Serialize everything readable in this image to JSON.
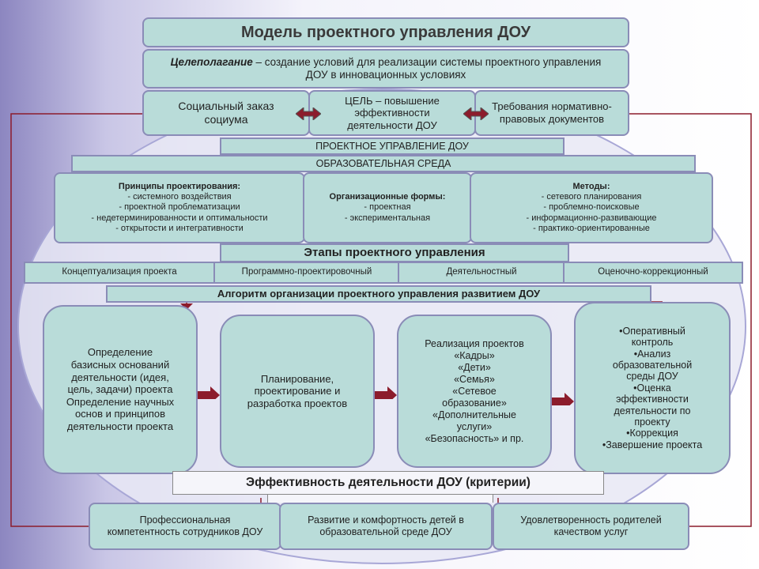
{
  "title": "Модель проектного управления ДОУ",
  "goal": {
    "term": "Целеполагание",
    "text": " – создание условий для реализации системы проектного управления ДОУ в инновационных условиях"
  },
  "top_row": [
    "Социальный заказ социума",
    "ЦЕЛЬ – повышение эффективности деятельности ДОУ",
    "Требования нормативно-правовых документов"
  ],
  "project_mgmt": "ПРОЕКТНОЕ УПРАВЛЕНИЕ ДОУ",
  "environment": "ОБРАЗОВАТЕЛЬНАЯ СРЕДА",
  "principles": {
    "title": "Принципы проектирования:",
    "items": [
      "- системного воздействия",
      "- проектной проблематизации",
      "- недетерминированности и оптимальности",
      "- открытости и интегративности"
    ]
  },
  "forms": {
    "title": "Организационные формы:",
    "items": [
      "- проектная",
      "- экспериментальная"
    ]
  },
  "methods": {
    "title": "Методы:",
    "items": [
      "- сетевого планирования",
      "- проблемно-поисковые",
      "- информационно-развивающие",
      "- практико-ориентированные"
    ]
  },
  "stages": {
    "title": "Этапы проектного управления",
    "items": [
      "Концептуализация проекта",
      "Программно-проектировочный",
      "Деятельностный",
      "Оценочно-коррекционный"
    ]
  },
  "algorithm": {
    "title": "Алгоритм организации проектного управления развитием ДОУ",
    "steps": [
      [
        "Определение",
        "базисных оснований",
        "деятельности (идея,",
        "цель, задачи) проекта",
        "Определение научных",
        "основ и принципов",
        "деятельности проекта"
      ],
      [
        "Планирование,",
        "проектирование и",
        "разработка проектов"
      ],
      [
        "Реализация проектов",
        "«Кадры»",
        "«Дети»",
        "«Семья»",
        "«Сетевое",
        "образование»",
        "«Дополнительные",
        "услуги»",
        "«Безопасность» и пр."
      ],
      [
        "•Оперативный",
        "контроль",
        "•Анализ",
        "образовательной",
        "среды ДОУ",
        "•Оценка",
        "эффективности",
        "деятельности по",
        "проекту",
        "•Коррекция",
        "•Завершение проекта"
      ]
    ]
  },
  "efficiency": {
    "title": "Эффективность деятельности ДОУ (критерии)",
    "criteria": [
      "Профессиональная компетентность сотрудников ДОУ",
      "Развитие и комфортность детей в образовательной среде ДОУ",
      "Удовлетворенность родителей качеством услуг"
    ]
  }
}
